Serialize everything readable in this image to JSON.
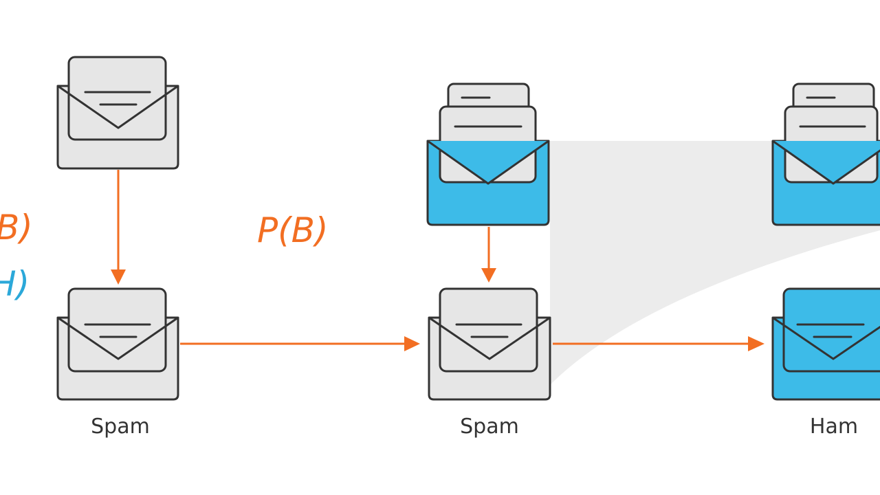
{
  "labels": {
    "left_math_top": "B)",
    "left_math_bottom": "H)",
    "center_math": "P(B)",
    "node_spam_left": "Spam",
    "node_spam_center": "Spam",
    "node_ham_right": "Ham"
  },
  "colors": {
    "arrow": "#f26e22",
    "math_orange": "#f26e22",
    "math_blue": "#2ba8d9",
    "envelope_gray": "#e6e6e6",
    "envelope_blue": "#3dbbe8",
    "outline": "#333333",
    "paper": "#e6e6e6",
    "flow_band": "#ececec"
  },
  "icons": {
    "envelope": "envelope-icon",
    "stacked_envelope": "stacked-envelope-icon"
  }
}
